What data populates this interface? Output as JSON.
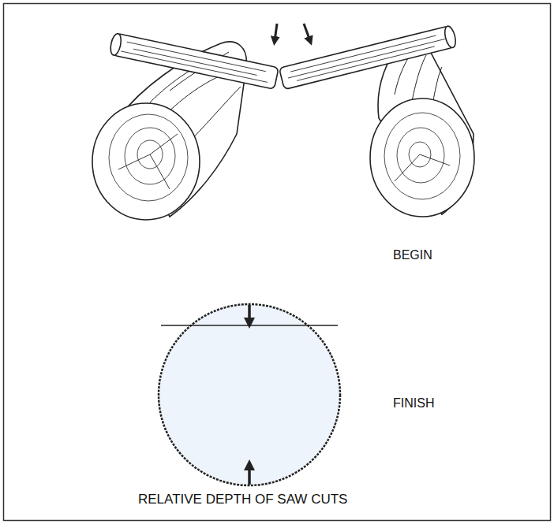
{
  "diagram": {
    "caption": "RELATIVE DEPTH OF SAW CUTS",
    "labels": [
      "BEGIN",
      "FINISH"
    ]
  }
}
